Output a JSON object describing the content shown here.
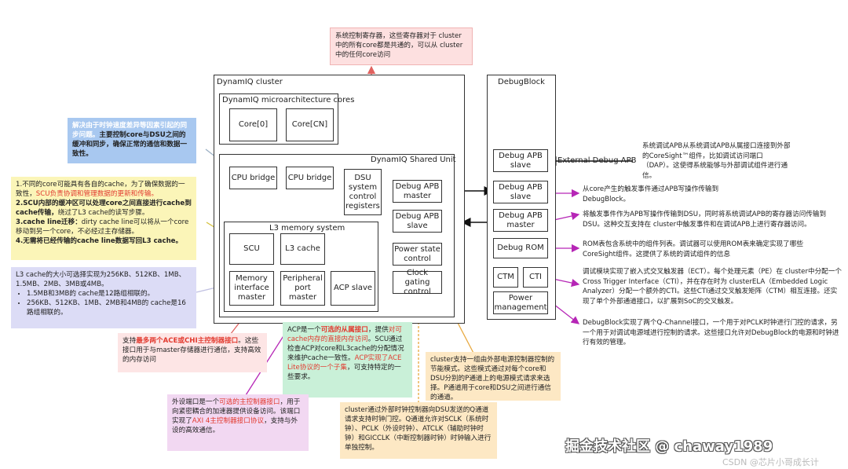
{
  "cluster": {
    "title": "DynamIQ cluster",
    "micro_title": "DynamIQ microarchitecture cores",
    "core0": "Core[0]",
    "corecn": "Core[CN]",
    "dsu_title": "DynamIQ Shared Unit",
    "cpu_bridge_1": "CPU bridge",
    "cpu_bridge_2": "CPU bridge",
    "dsu_regs": "DSU system control registers",
    "dbg_apb_master": "Debug APB master",
    "dbg_apb_slave": "Debug APB slave",
    "power_state": "Power state control",
    "clock_gating": "Clock gating control",
    "l3_title": "L3 memory system",
    "scu": "SCU",
    "l3cache": "L3 cache",
    "mem_if": "Memory interface master",
    "periph": "Peripheral port master",
    "acp": "ACP slave"
  },
  "debugblock": {
    "title": "DebugBlock",
    "apb_slave_1": "Debug APB slave",
    "apb_slave_2": "Debug APB slave",
    "apb_master": "Debug APB master",
    "rom": "Debug ROM",
    "ctm": "CTM",
    "cti": "CTI",
    "power": "Power management",
    "external": "External Debug APB"
  },
  "notes": {
    "top": "系统控制寄存器，这些寄存器对于 cluster 中的所有core都是共通的，可以从 cluster 中的任何core访问",
    "blue_1": "解决由于时钟速度差异等因素引起的同步问题。",
    "blue_2": "主要控制core与DSU之间的缓冲和同步，确保正常的通信和数据一致性。",
    "yellow_1a": "1.不同的core可能具有各自的cache，为了确保数据的一致性，",
    "yellow_1b": "SCU负责协调和管理数据的更新和传输。",
    "yellow_2": "2.SCU内部的缓冲区可以处理core之间直接进行cache到cache传输，",
    "yellow_2b": "绕过了L3 cache的读写步骤。",
    "yellow_3": "3.cache line迁移：",
    "yellow_3b": "dirty cache line可以将从一个core移动到另一个core，不必经过主存储器。",
    "yellow_4": "4.无需将已经传输的cache line数据写回L3 cache。",
    "purple_intro": "L3 cache的大小可选择实现为256KB、512KB、1MB、1.5MB、2MB、3MB或4MB。",
    "purple_b1": "1.5MB和3MB的 cache是12路组相联的。",
    "purple_b2": "256KB、512KB、1MB、2MB和4MB的 cache是16路组相联的。",
    "mem_1": "支持",
    "mem_2": "最多两个ACE或CHI主控制器接口",
    "mem_3": "。这些接口用于与master存储器进行通信，支持高效的内存访问",
    "acp_1": "ACP是一个",
    "acp_2": "可选的从属接口",
    "acp_3": "，提供",
    "acp_4": "对可cache内存的直接内存访问",
    "acp_5": "。SCU通过检查ACP对core和L3cache的分配情况来维护cache一致性。",
    "acp_6": "ACP实现了ACE Lite协议的一个子集",
    "acp_7": "，可支持特定的一些要求。",
    "periph_1": "外设端口是一个",
    "periph_2": "可选的主控制器接口",
    "periph_3": "，用于向紧密耦合的加速器提供设备访问。该端口实现了",
    "periph_4": "AXI 4主控制器接口协议",
    "periph_5": "，支持与外设的高效通信。",
    "power_note": "cluster支持一组由外部电源控制器控制的节能模式。这些模式通过对每个core和DSU分别的P通道上的电源模式请求来选择。P通道用于core和DSU之间进行通信的通道。",
    "clock_note": "cluster通过外部时钟控制器向DSU发送的Q通道请求支持时钟门控。Q通道允许对SCLK（系统时钟）、PCLK（外设时钟）、ATCLK（辅助时钟时钟）和GICCLK（中断控制器时钟）时钟输入进行单独控制。",
    "r1": "系统调试APB从系统调试APB从属接口连接到外部的CoreSight™组件，比如调试访问端口（DAP）。这使得系统能够与外部调试组件进行通信。",
    "r2": "从core产生的触发事件通过APB写操作传输到DebugBlock。",
    "r3": "将触发事件作为APB写操作传输到DSU，同时将系统调试APB的寄存器访问传输到DSU。这种交互支持在 cluster中触发事件和在调试APB上进行寄存器访问。",
    "r4": "ROM表包含系统中的组件列表。调试器可以使用ROM表来确定实现了哪些CoreSight组件。这提供了系统的调试组件的信息",
    "r5": "调试模块实现了嵌入式交叉触发器（ECT）。每个处理元素（PE）在 cluster中分配一个Cross Trigger Interface（CTI），并在存在时为 clusterELA（Embedded Logic Analyzer）分配一个额外的CTI。这些CTI通过交叉触发矩阵（CTM）相互连接。还实现了单个外部通道接口，以扩展到SoC的交叉触发。",
    "r6": "DebugBlock实现了两个Q-Channel接口，一个用于对PCLK时钟进行门控的请求，另一个用于对调试电源域进行控制的请求。这些接口允许对DebugBlock的电源和时钟进行有效的管理。"
  },
  "watermark": {
    "main": "掘金技术社区 @ chaway1989",
    "sub": "CSDN @芯片小哥成长计"
  }
}
